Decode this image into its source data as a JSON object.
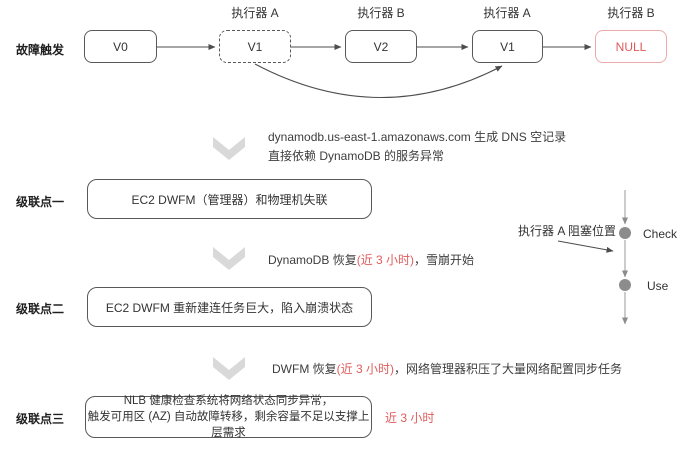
{
  "flow": {
    "row_label": "故障触发",
    "executor_labels": [
      "执行器 A",
      "执行器 B",
      "执行器 A",
      "执行器 B"
    ],
    "node_labels": [
      "V0",
      "V1",
      "V2",
      "V1",
      "NULL"
    ]
  },
  "step1": {
    "line1": "dynamodb.us-east-1.amazonaws.com 生成 DNS 空记录",
    "line2": "直接依赖 DynamoDB 的服务异常"
  },
  "cascade1": {
    "label": "级联点一",
    "text": "EC2 DWFM（管理器）和物理机失联"
  },
  "step2": {
    "prefix": "DynamoDB 恢复",
    "red": "(近 3 小时)",
    "suffix": "，雪崩开始"
  },
  "cascade2": {
    "label": "级联点二",
    "text": "EC2 DWFM 重新建连任务巨大，陷入崩溃状态"
  },
  "step3": {
    "prefix": "DWFM 恢复",
    "red": "(近 3 小时)",
    "suffix": "，网络管理器积压了大量网络配置同步任务"
  },
  "cascade3": {
    "label": "级联点三",
    "line1": "NLB 健康检查系统将网络状态同步异常，",
    "line2": "触发可用区 (AZ) 自动故障转移，剩余容量不足以支撑上层需求",
    "duration": "近 3 小时"
  },
  "side": {
    "pointer": "执行器 A 阻塞位置",
    "check": "Check",
    "use": "Use"
  },
  "colors": {
    "red_text": "#e05c5c",
    "red_border": "#eba9a9",
    "chevron_gray": "#d9d9d9",
    "node_circle_gray": "#8c8c8c",
    "border_gray": "#595959"
  }
}
